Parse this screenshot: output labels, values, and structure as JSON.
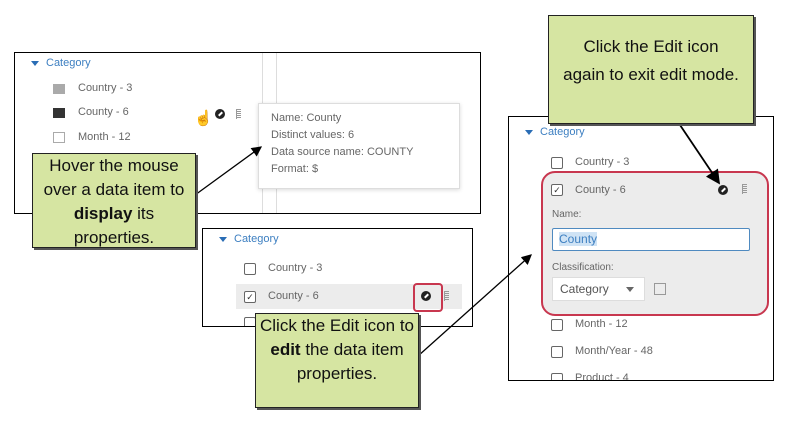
{
  "panel1": {
    "category": "Category",
    "items": [
      "Country - 3",
      "County - 6",
      "Month - 12"
    ],
    "tooltip": [
      "Name: County",
      "Distinct values: 6",
      "Data source name: COUNTY",
      "Format: $"
    ]
  },
  "callout1": {
    "pre": "Hover the mouse over a data item to ",
    "bold": "display",
    "post": " its properties."
  },
  "panel2": {
    "category": "Category",
    "items": [
      "Country - 3",
      "County - 6"
    ]
  },
  "callout2": {
    "pre": "Click the Edit icon to ",
    "bold": "edit",
    "post": " the data item properties."
  },
  "panel3": {
    "category": "Category",
    "items": [
      "Country - 3",
      "County - 6",
      "Month - 12",
      "Month/Year - 48",
      "Product - 4"
    ],
    "name_label": "Name:",
    "name_value": "County",
    "classification_label": "Classification:",
    "classification_value": "Category"
  },
  "callout3": {
    "text": "Click the Edit icon again to exit edit mode."
  },
  "colors": {
    "callout": "#d6e5a2",
    "highlight": "#c8374f",
    "link": "#3d7fc1"
  }
}
